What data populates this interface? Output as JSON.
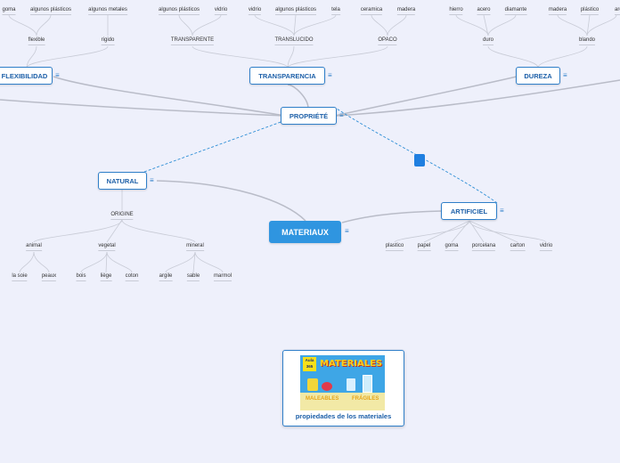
{
  "root": "MATERIAUX",
  "center": "PROPRIÉTÉ",
  "branches": {
    "flexibilidad": "FLEXIBILIDAD",
    "transparencia": "TRANSPARENCIA",
    "dureza": "DUREZA",
    "natural": "NATURAL",
    "artificiel": "ARTIFICIEL"
  },
  "flex": {
    "flexible": "flexible",
    "rigido": "rigido",
    "flexible_items": [
      "goma",
      "algunos plásticos"
    ],
    "rigido_items": [
      "algunos metales"
    ]
  },
  "transp": {
    "transparente": "TRANSPARENTE",
    "translucido": "TRANSLUCIDO",
    "opaco": "OPACO",
    "transparente_items": [
      "algunos plásticos",
      "vidrio"
    ],
    "translucido_items": [
      "vidrio",
      "algunos plásticos",
      "tela"
    ],
    "opaco_items": [
      "ceramica",
      "madera"
    ]
  },
  "dur": {
    "duro": "duro",
    "blando": "blando",
    "duro_items": [
      "hierro",
      "acero",
      "diamante"
    ],
    "blando_items": [
      "madera",
      "plástico",
      "arc"
    ]
  },
  "natural": {
    "origine": "ORIGINE",
    "animal": "animal",
    "vegetal": "vegetal",
    "mineral": "mineral",
    "animal_items": [
      "la soie",
      "peaux"
    ],
    "vegetal_items": [
      "bois",
      "liège",
      "coton"
    ],
    "mineral_items": [
      "argile",
      "sable",
      "marmol"
    ]
  },
  "artificiel_items": [
    "plastico",
    "papel",
    "goma",
    "porcelana",
    "carton",
    "vidrio"
  ],
  "card": {
    "caption": "propiedades de los materiales",
    "img_badge_top": "Aula",
    "img_badge_num": "365",
    "img_title": "MATERIALES",
    "img_left": "MALEABLES",
    "img_right": "FRÁGILES"
  },
  "icons": {
    "menu": "menu-lines-icon",
    "link_handle": "link-handle-icon"
  },
  "colors": {
    "background": "#eef0fb",
    "accent": "#2f7fc9",
    "root": "#2f95e0"
  }
}
